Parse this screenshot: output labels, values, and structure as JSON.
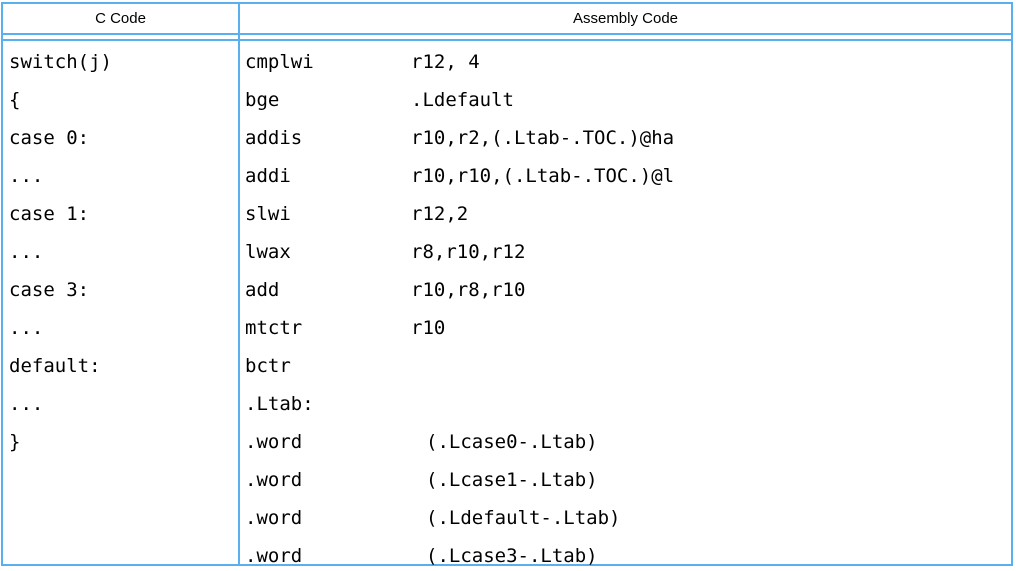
{
  "table": {
    "columns": [
      {
        "header": "C Code"
      },
      {
        "header": "Assembly Code"
      }
    ],
    "c_code": {
      "lines": [
        "switch(j)",
        "{",
        "case 0:",
        "...",
        "case 1:",
        "...",
        "case 3:",
        "...",
        "default:",
        "...",
        "}"
      ]
    },
    "assembly": {
      "lines": [
        {
          "mnemonic": "cmplwi",
          "operands": "r12, 4"
        },
        {
          "mnemonic": "bge",
          "operands": ".Ldefault"
        },
        {
          "mnemonic": "addis",
          "operands": "r10,r2,(.Ltab-.TOC.)@ha"
        },
        {
          "mnemonic": "addi",
          "operands": "r10,r10,(.Ltab-.TOC.)@l"
        },
        {
          "mnemonic": "slwi",
          "operands": "r12,2"
        },
        {
          "mnemonic": "lwax",
          "operands": "r8,r10,r12"
        },
        {
          "mnemonic": "add",
          "operands": "r10,r8,r10"
        },
        {
          "mnemonic": "mtctr",
          "operands": "r10"
        },
        {
          "mnemonic": "bctr",
          "operands": ""
        },
        {
          "mnemonic": ".Ltab:",
          "operands": ""
        },
        {
          "mnemonic": ".word",
          "operands": "(.Lcase0-.Ltab)"
        },
        {
          "mnemonic": ".word",
          "operands": "(.Lcase1-.Ltab)"
        },
        {
          "mnemonic": ".word",
          "operands": "(.Ldefault-.Ltab)"
        },
        {
          "mnemonic": ".word",
          "operands": "(.Lcase3-.Ltab)"
        }
      ]
    }
  },
  "colors": {
    "border": "#58b0f0",
    "text": "#000000",
    "background": "#ffffff"
  }
}
